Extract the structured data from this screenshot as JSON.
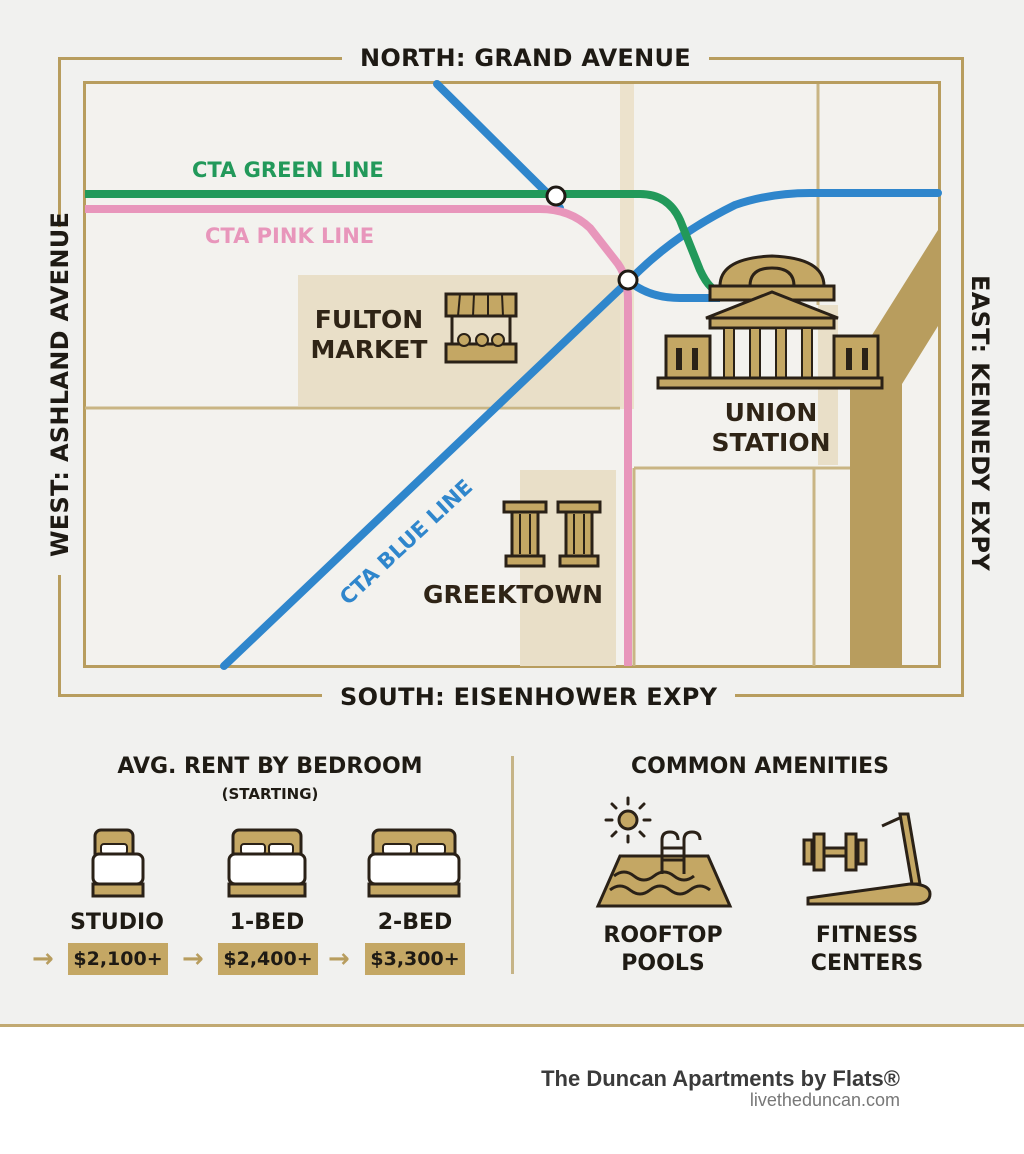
{
  "map": {
    "north": "NORTH: GRAND AVENUE",
    "south": "SOUTH: EISENHOWER EXPY",
    "west": "WEST: ASHLAND AVENUE",
    "east": "EAST: KENNEDY EXPY",
    "green_line": "CTA GREEN LINE",
    "pink_line": "CTA PINK LINE",
    "blue_line": "CTA BLUE LINE",
    "fulton_market": [
      "FULTON",
      "MARKET"
    ],
    "union_station": [
      "UNION",
      "STATION"
    ],
    "greektown": "GREEKTOWN",
    "colors": {
      "gold": "#b89d5e",
      "green": "#22995a",
      "pink": "#e896bb",
      "blue": "#2f86cc",
      "block": "#e9dfc8"
    }
  },
  "rent": {
    "title": "AVG. RENT BY BEDROOM",
    "subtitle": "(STARTING)",
    "items": [
      {
        "label": "STUDIO",
        "price": "$2,100+",
        "icon": "single-bed-icon"
      },
      {
        "label": "1-BED",
        "price": "$2,400+",
        "icon": "double-bed-icon"
      },
      {
        "label": "2-BED",
        "price": "$3,300+",
        "icon": "large-bed-icon"
      }
    ]
  },
  "amenities": {
    "title": "COMMON AMENITIES",
    "items": [
      {
        "label": [
          "ROOFTOP",
          "POOLS"
        ],
        "icon": "rooftop-pool-icon"
      },
      {
        "label": [
          "FITNESS",
          "CENTERS"
        ],
        "icon": "fitness-icon"
      }
    ]
  },
  "footer": {
    "brand": "The Duncan Apartments by Flats®",
    "site": "livetheduncan.com"
  }
}
